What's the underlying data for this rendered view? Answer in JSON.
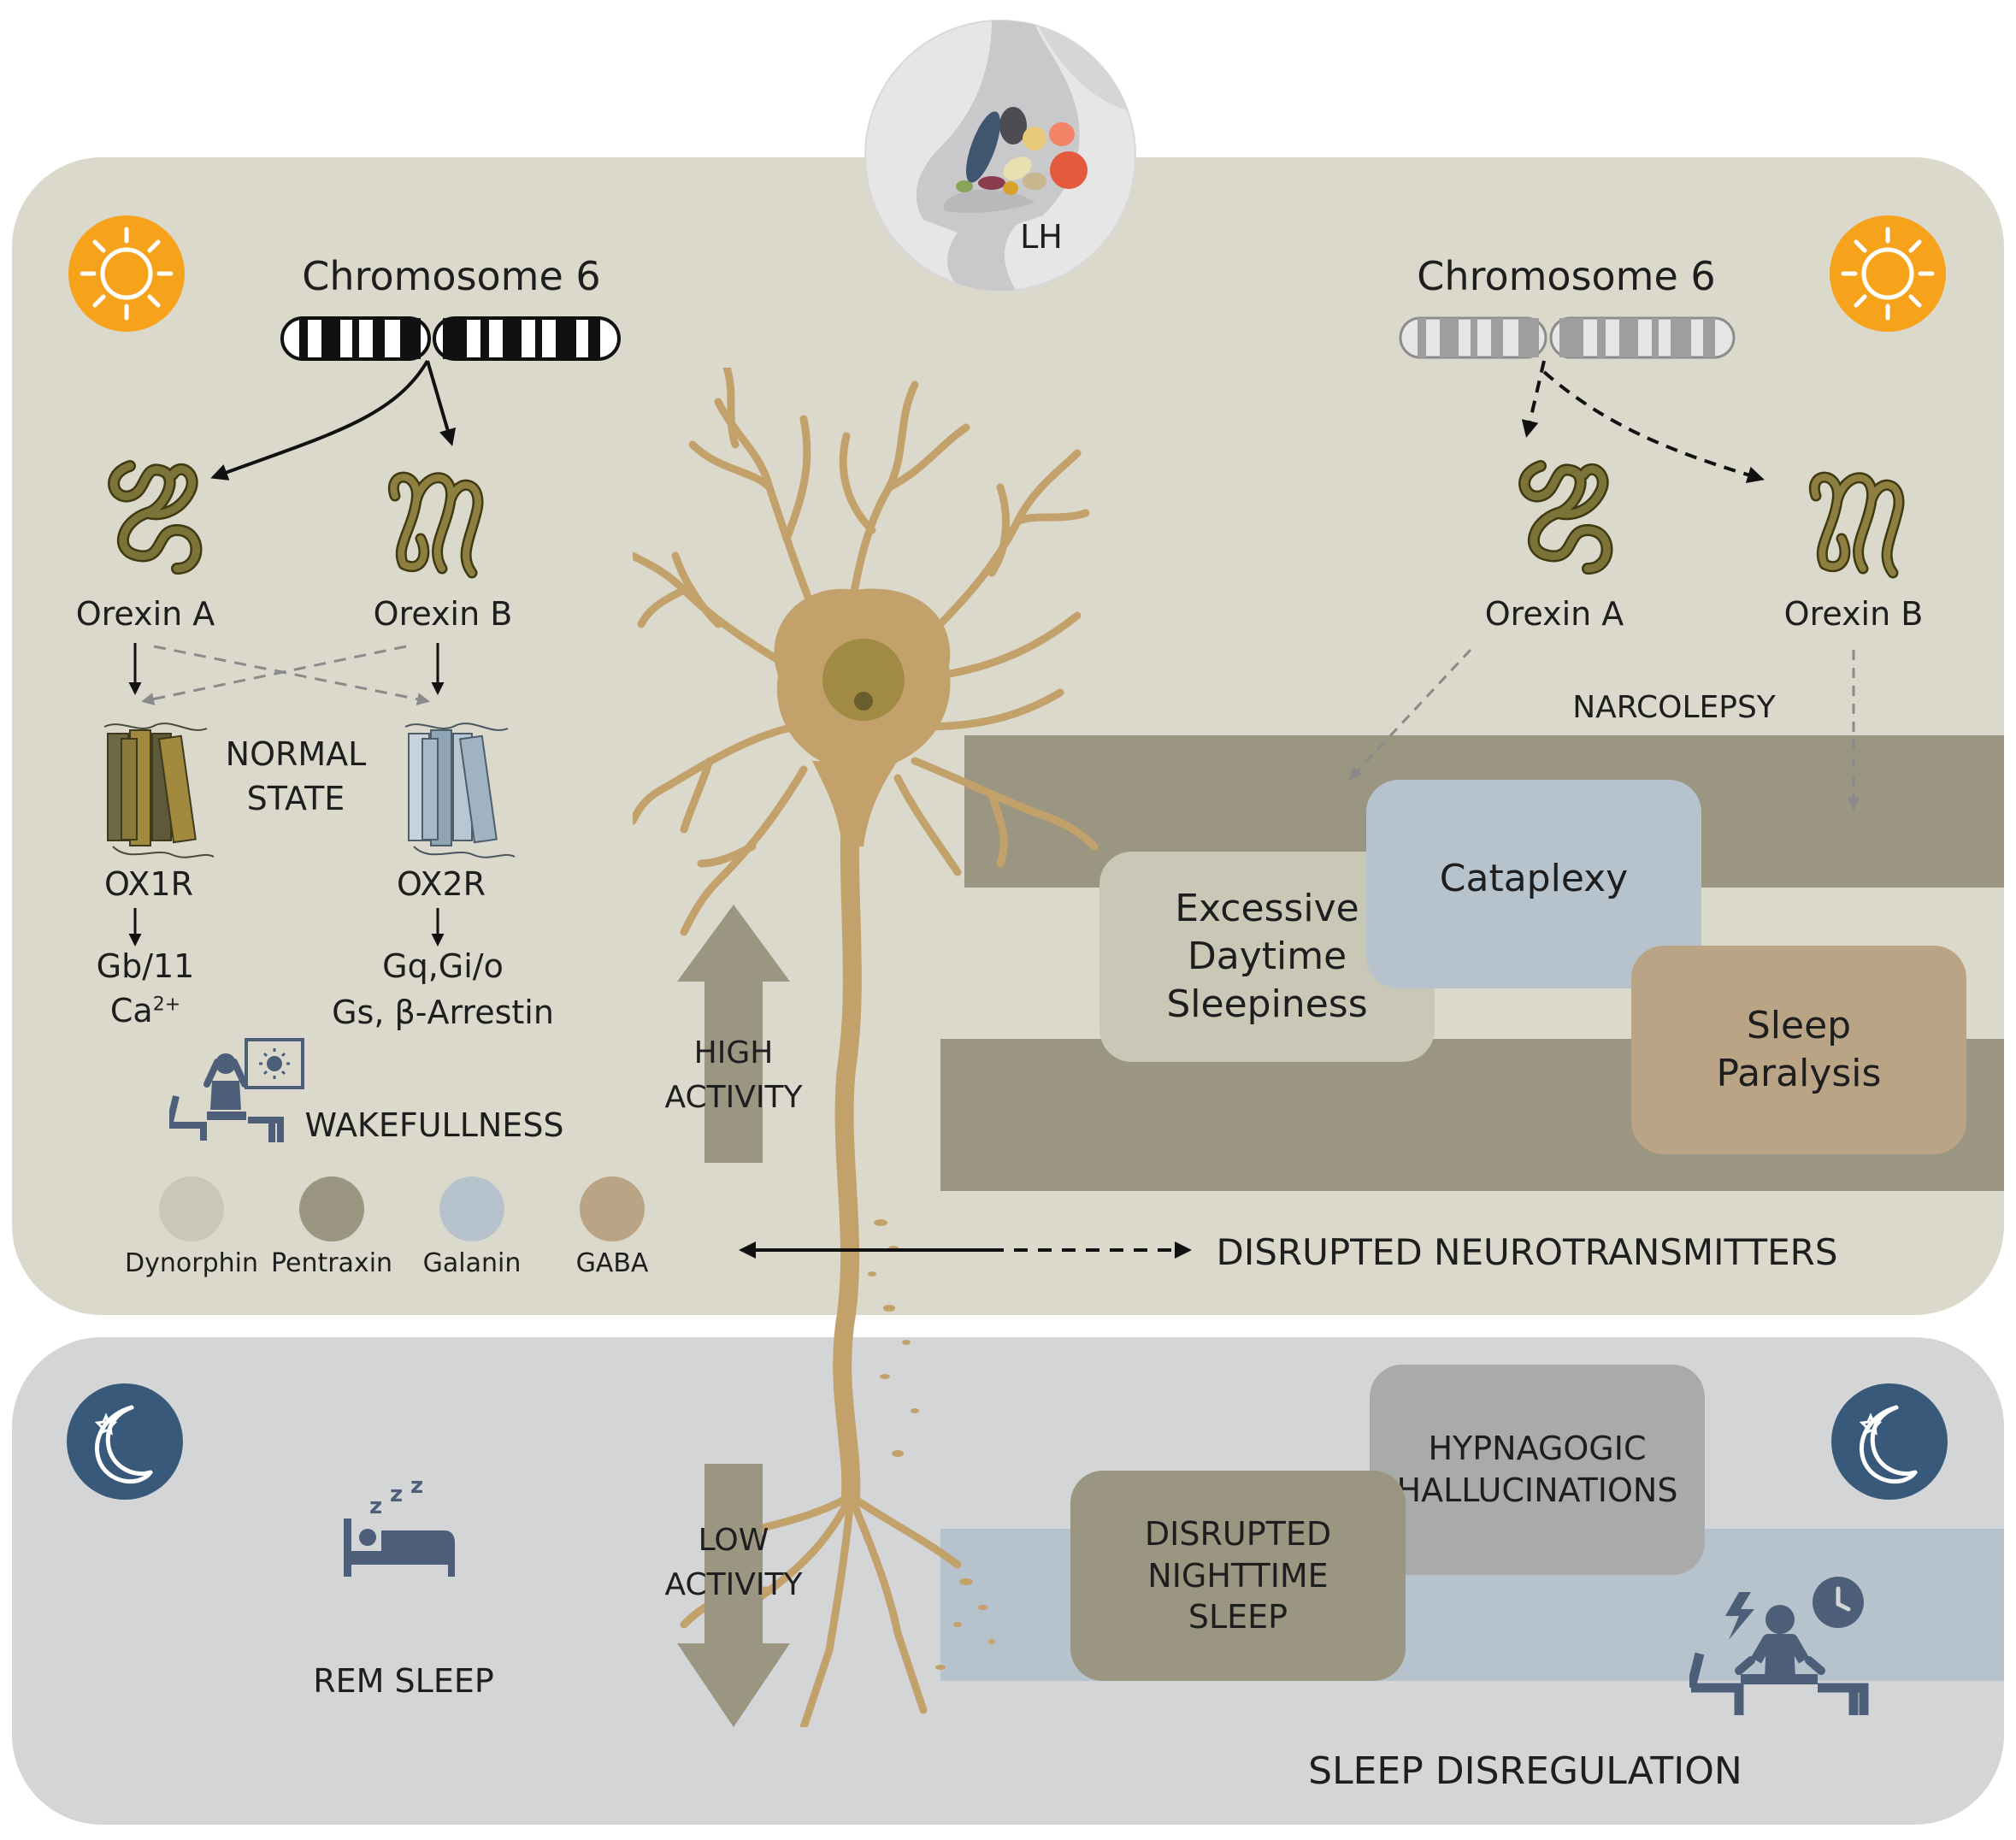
{
  "region": {
    "label": "LH"
  },
  "normal": {
    "chromosome_title": "Chromosome 6",
    "orexin_a": "Orexin A",
    "orexin_b": "Orexin B",
    "state_line1": "NORMAL",
    "state_line2": "STATE",
    "receptor1": "OX1R",
    "receptor2": "OX2R",
    "r1_signal_line1": "Gb/11",
    "r1_signal_line2_base": "Ca",
    "r1_signal_line2_sup": "2+",
    "r2_signal_line1": "Gq,Gi/o",
    "r2_signal_line2": "Gs, β-Arrestin",
    "wake_label": "WAKEFULLNESS"
  },
  "legend": [
    {
      "label": "Dynorphin",
      "color": "#c9c7b6"
    },
    {
      "label": "Pentraxin",
      "color": "#9a9681"
    },
    {
      "label": "Galanin",
      "color": "#b6c3cd"
    },
    {
      "label": "GABA",
      "color": "#b9a585"
    }
  ],
  "activity": {
    "high_line1": "HIGH",
    "high_line2": "ACTIVITY",
    "low_line1": "LOW",
    "low_line2": "ACTIVITY"
  },
  "narcolepsy": {
    "chromosome_title": "Chromosome 6",
    "orexin_a": "Orexin A",
    "orexin_b": "Orexin B",
    "label": "NARCOLEPSY",
    "eds_line1": "Excessive",
    "eds_line2": "Daytime",
    "eds_line3": "Sleepiness",
    "cataplexy": "Cataplexy",
    "sp_line1": "Sleep",
    "sp_line2": "Paralysis"
  },
  "disrupted_neurotransmitters": "DISRUPTED NEUROTRANSMITTERS",
  "night": {
    "rem_label": "REM SLEEP",
    "hypnagogic_line1": "HYPNAGOGIC",
    "hypnagogic_line2": "HALLUCINATIONS",
    "dns_line1": "DISRUPTED",
    "dns_line2": "NIGHTTIME",
    "dns_line3": "SLEEP",
    "dysregulation": "SLEEP DISREGULATION"
  },
  "colors": {
    "day_panel": "#dbd9cb",
    "night_panel": "#d4d5d7",
    "band_dark": "#9a9681",
    "band_blue": "#b6c3cd",
    "neuron": "#c3a16b",
    "sun": "#f7a21b",
    "moon_bg": "#39597b",
    "icon_blue": "#4d5f78",
    "protein": "#7b7338",
    "arrow_gray": "#8a8a8a"
  },
  "icons": {
    "sun": "sun-icon",
    "moon": "moon-icon",
    "desk_person": "person-at-desk-icon",
    "bed": "sleeping-in-bed-icon",
    "tired_person": "tired-person-with-clock-icon"
  }
}
